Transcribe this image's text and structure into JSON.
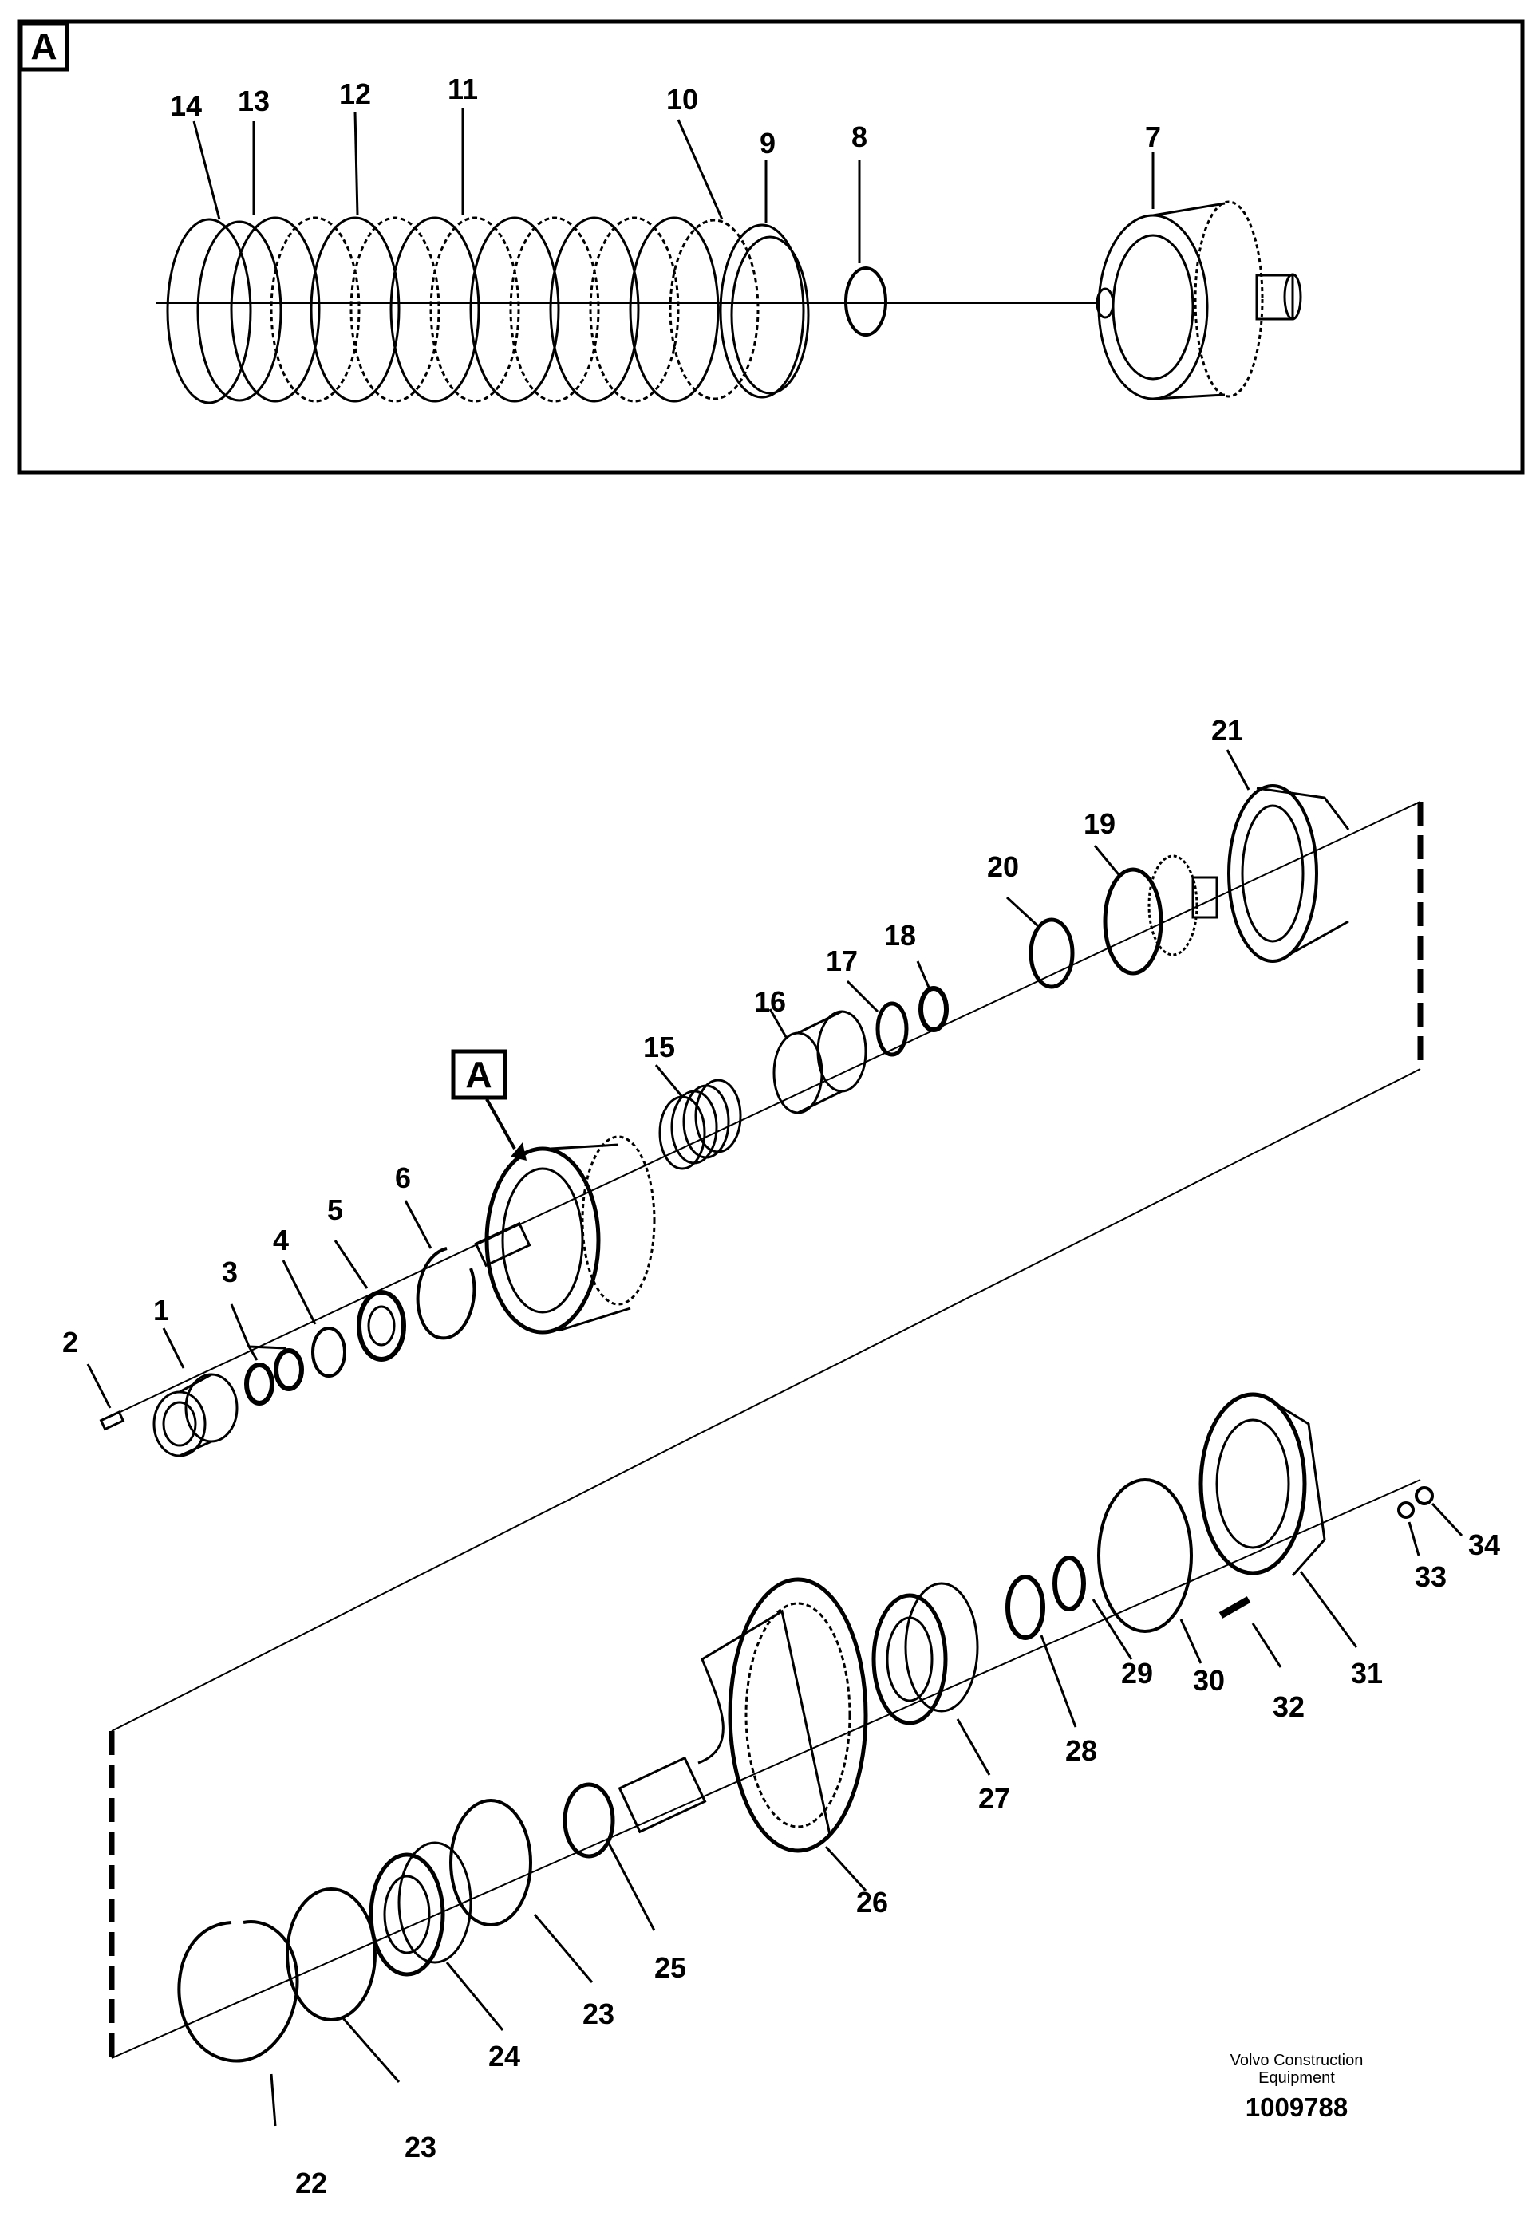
{
  "detail_box": {
    "label": "A"
  },
  "callout": {
    "label": "A"
  },
  "brand": {
    "line1": "Volvo Construction",
    "line2": "Equipment",
    "number": "1009788"
  },
  "part_numbers": [
    "1",
    "2",
    "3",
    "4",
    "5",
    "6",
    "7",
    "8",
    "9",
    "10",
    "11",
    "12",
    "13",
    "14",
    "15",
    "16",
    "17",
    "18",
    "19",
    "20",
    "21",
    "22",
    "23",
    "23",
    "24",
    "25",
    "26",
    "27",
    "28",
    "29",
    "30",
    "31",
    "32",
    "33",
    "34"
  ]
}
